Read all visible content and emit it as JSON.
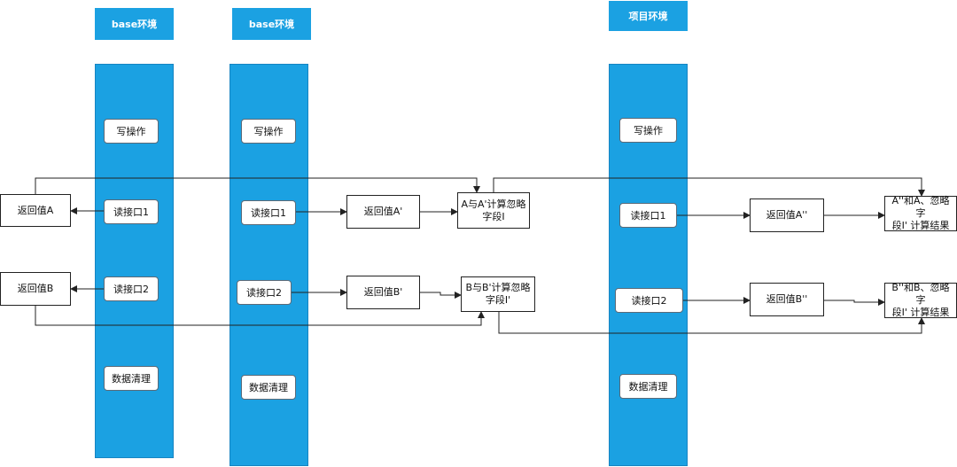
{
  "headers": {
    "base1": "base环境",
    "base2": "base环境",
    "project": "项目环境"
  },
  "col1": {
    "write": "写操作",
    "read1": "读接口1",
    "read2": "读接口2",
    "clean": "数据清理"
  },
  "col2": {
    "write": "写操作",
    "read1": "读接口1",
    "read2": "读接口2",
    "clean": "数据清理"
  },
  "col3": {
    "write": "写操作",
    "read1": "读接口1",
    "read2": "读接口2",
    "clean": "数据清理"
  },
  "returns": {
    "a": "返回值A",
    "b": "返回值B",
    "a_prime": "返回值A'",
    "b_prime": "返回值B'",
    "a_dprime": "返回值A''",
    "b_dprime": "返回值B''"
  },
  "compare": {
    "a": [
      "A与A'计算忽略",
      "字段I"
    ],
    "b": [
      "B与B'计算忽略",
      "字段I'"
    ],
    "a_final": [
      "A''和A、忽略字",
      "段I' 计算结果"
    ],
    "b_final": [
      "B''和B、忽略字",
      "段I' 计算结果"
    ]
  },
  "colors": {
    "lane": "#1ba1e2",
    "line": "#222222"
  }
}
